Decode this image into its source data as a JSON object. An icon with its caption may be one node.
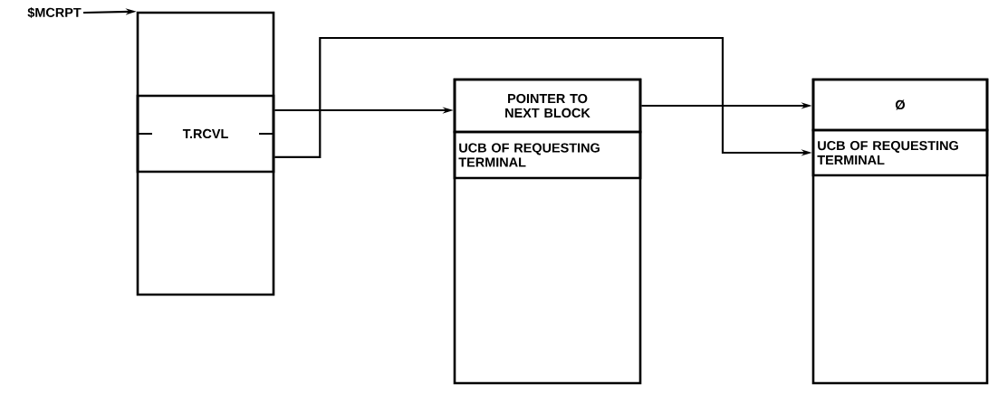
{
  "diagram": {
    "nodes": [
      {
        "text": [
          "$MCRPT"
        ]
      },
      {
        "text": [],
        "shape": "box"
      },
      {
        "text": [
          "T.RCVL"
        ],
        "in": 1
      },
      {
        "text": [],
        "shape": "box"
      },
      {
        "text": [
          "POINTER TO NEXT BLOCK"
        ],
        "in": 3
      },
      {
        "text": [
          "UCB OF REQUESTING TERMINAL"
        ],
        "in": 3
      },
      {
        "text": [],
        "shape": "box"
      },
      {
        "text": [
          "Ø"
        ],
        "in": 6
      },
      {
        "text": [
          "UCB OF REQUESTING TERMINAL"
        ],
        "in": 6
      }
    ],
    "edges": [
      {
        "from": 0,
        "to": 1,
        "arrow": "to"
      },
      {
        "from": 2,
        "to": 4,
        "arrow": "to"
      },
      {
        "from": 4,
        "to": 7,
        "arrow": "to"
      },
      {
        "from": 2,
        "to": 8,
        "arrow": "to"
      }
    ]
  }
}
